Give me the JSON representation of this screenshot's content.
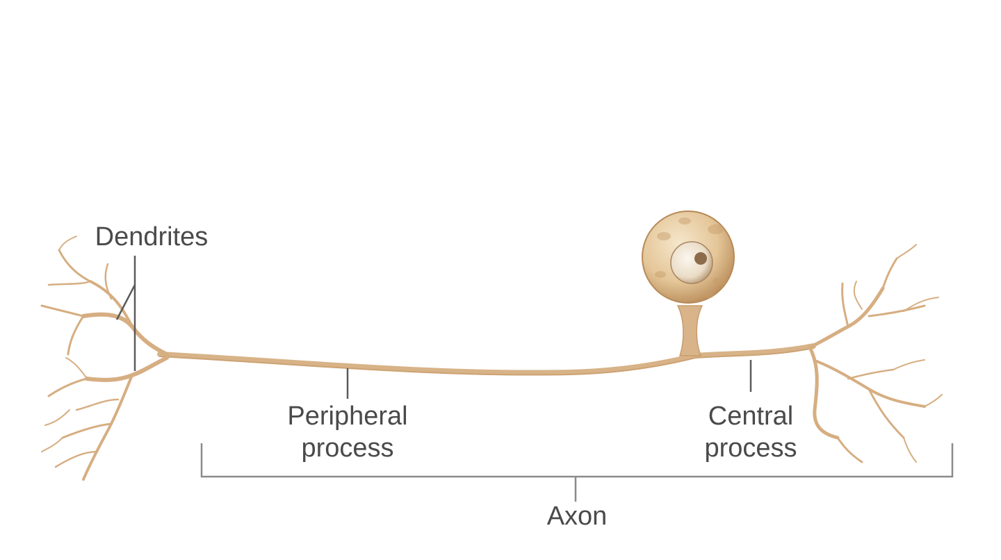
{
  "labels": {
    "dendrites": "Dendrites",
    "peripheral_process": [
      "Peripheral",
      "process"
    ],
    "central_process": [
      "Central",
      "process"
    ],
    "axon": "Axon"
  },
  "colors": {
    "neuron_fill": "#d9b48a",
    "neuron_dark": "#c89b68",
    "soma_light": "#f3e2c6",
    "soma_mid": "#e2c292",
    "soma_dark": "#b8895a",
    "nucleus_light": "#f7efe2",
    "nucleus_dark": "#8a6a4a",
    "leader_line": "#5a5a5a",
    "bracket": "#8a8a8a",
    "text": "#4a4a4a"
  }
}
